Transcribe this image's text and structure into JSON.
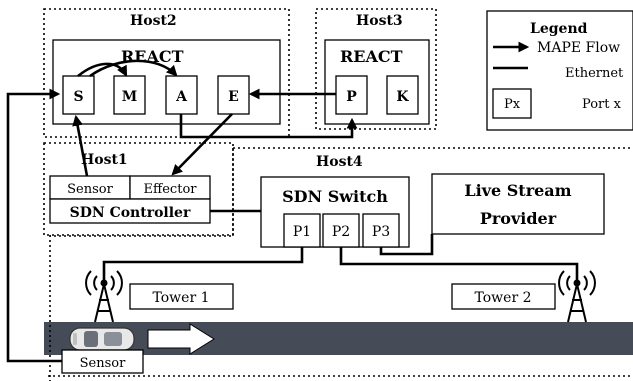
{
  "hosts": {
    "host2": "Host2",
    "host3": "Host3",
    "host1": "Host1",
    "host4": "Host4"
  },
  "react": {
    "host2_title": "REACT",
    "host3_title": "REACT",
    "s": "S",
    "m": "M",
    "a": "A",
    "e": "E",
    "p": "P",
    "k": "K"
  },
  "host1": {
    "sensor": "Sensor",
    "effector": "Effector",
    "controller": "SDN Controller"
  },
  "switch": {
    "title": "SDN Switch",
    "ports": [
      "P1",
      "P2",
      "P3"
    ]
  },
  "provider": {
    "line1": "Live Stream",
    "line2": "Provider"
  },
  "towers": {
    "tower1": "Tower 1",
    "tower2": "Tower 2"
  },
  "car": {
    "sensor": "Sensor"
  },
  "legend": {
    "title": "Legend",
    "mape_flow": "MAPE Flow",
    "ethernet": "Ethernet",
    "port_symbol": "Px",
    "port_text": "Port x"
  },
  "colors": {
    "road": "#454c57",
    "ink": "#000000",
    "background": "#ffffff"
  }
}
